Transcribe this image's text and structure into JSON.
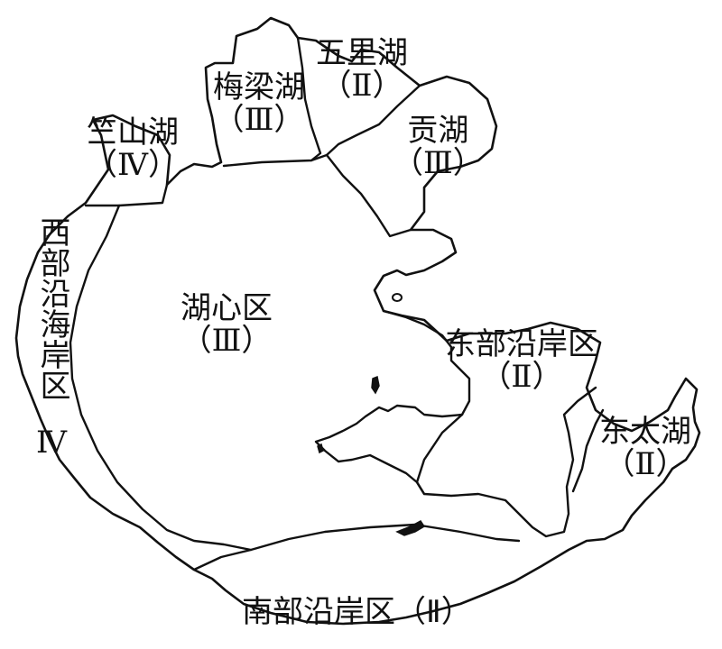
{
  "regions": {
    "wulihu": {
      "name": "五里湖",
      "grade": "（Ⅱ）"
    },
    "meilianghu": {
      "name": "梅梁湖",
      "grade": "（Ⅲ）"
    },
    "gonghu": {
      "name": "贡湖",
      "grade": "（Ⅲ）"
    },
    "zhushanhu": {
      "name": "竺山湖",
      "grade": "（Ⅳ）"
    },
    "west_shore": {
      "name": "西部沿海岸区",
      "grade": "Ⅳ"
    },
    "lake_center": {
      "name": "湖心区",
      "grade": "（Ⅲ）"
    },
    "east_shore": {
      "name": "东部沿岸区",
      "grade": "（Ⅱ）"
    },
    "dongtaihu": {
      "name": "东太湖",
      "grade": "（Ⅱ）"
    },
    "south_shore": {
      "name": "南部沿岸区（Ⅱ）"
    }
  },
  "colors": {
    "ink": "#111111",
    "background": "#ffffff"
  }
}
